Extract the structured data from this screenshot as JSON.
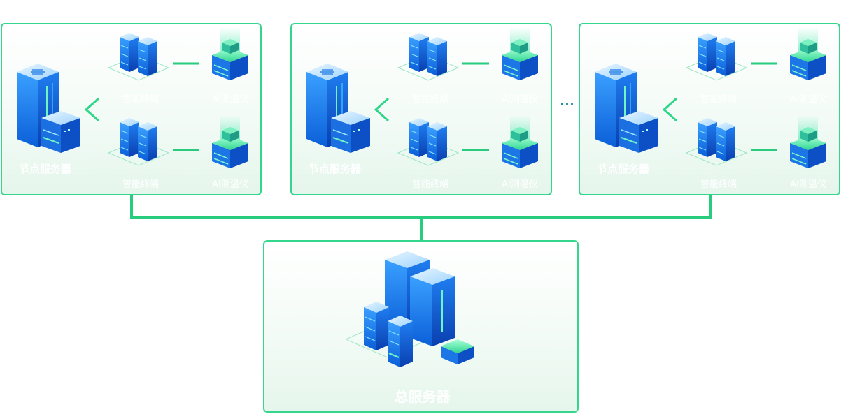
{
  "colors": {
    "panel_border": "#33d68c",
    "connector": "#27cc7d",
    "server_blue": "#1a73e8",
    "device_green": "#3fe6a0"
  },
  "icons": {
    "node_server": "server-tower-icon",
    "terminal": "server-stack-icon",
    "ai_device": "ai-thermometer-icon",
    "main_server": "server-cluster-icon"
  },
  "nodes": [
    {
      "node_label": "节点服务器",
      "terminal_top": "智能终端",
      "ai_top": "AI测温仪",
      "terminal_bottom": "智能终端",
      "ai_bottom": "AI测温仪"
    },
    {
      "node_label": "节点服务器",
      "terminal_top": "智能终端",
      "ai_top": "AI测温仪",
      "terminal_bottom": "智能终端",
      "ai_bottom": "AI测温仪"
    },
    {
      "node_label": "节点服务器",
      "terminal_top": "智能终端",
      "ai_top": "AI测温仪",
      "terminal_bottom": "智能终端",
      "ai_bottom": "AI测温仪"
    }
  ],
  "ellipsis": "···",
  "main_server": {
    "label": "总服务器"
  }
}
